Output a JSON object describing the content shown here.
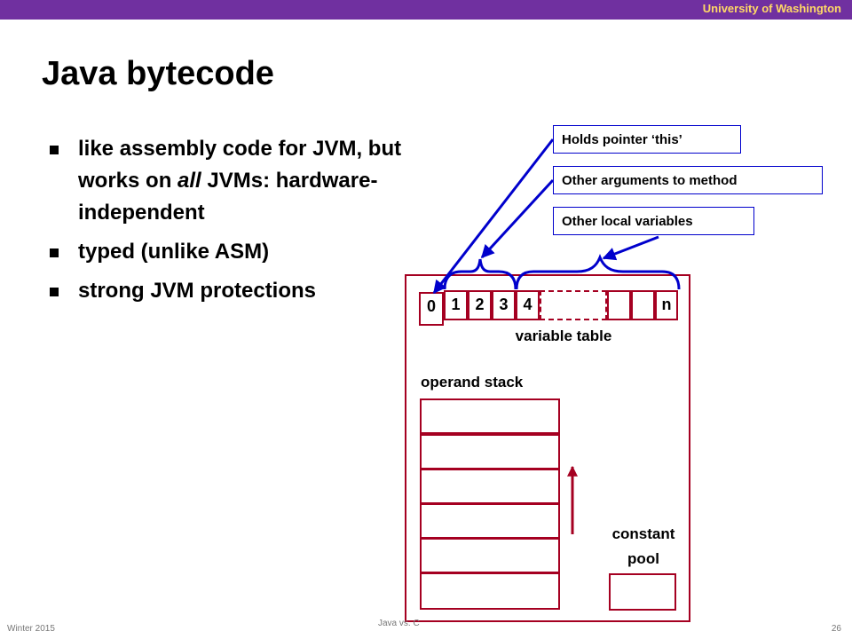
{
  "header": {
    "institution": "University of Washington"
  },
  "slide": {
    "title": "Java bytecode",
    "bullets": [
      {
        "lead": "like assembly code for JVM, but works on ",
        "emph": "all",
        "tail": " JVMs: hardware-independent"
      },
      {
        "lead": "typed (unlike ASM)",
        "emph": "",
        "tail": ""
      },
      {
        "lead": "strong JVM  protections",
        "emph": "",
        "tail": ""
      }
    ]
  },
  "diagram": {
    "callouts": [
      "Holds pointer ‘this’",
      "Other arguments to method",
      "Other local variables"
    ],
    "variable_table": {
      "cells": [
        "0",
        "1",
        "2",
        "3",
        "4",
        "",
        "",
        "",
        "n"
      ],
      "label": "variable table"
    },
    "operand_stack": {
      "label": "operand stack",
      "slots": 6
    },
    "constant_pool": {
      "label_line1": "constant",
      "label_line2": "pool"
    },
    "colors": {
      "frame": "#a50021",
      "callout_border": "#0000cc",
      "arrow": "#0000cc",
      "header_bar": "#7030a0",
      "header_text": "#ffd966"
    }
  },
  "footer": {
    "term": "Winter 2015",
    "topic": "Java vs. C",
    "page": "26"
  }
}
